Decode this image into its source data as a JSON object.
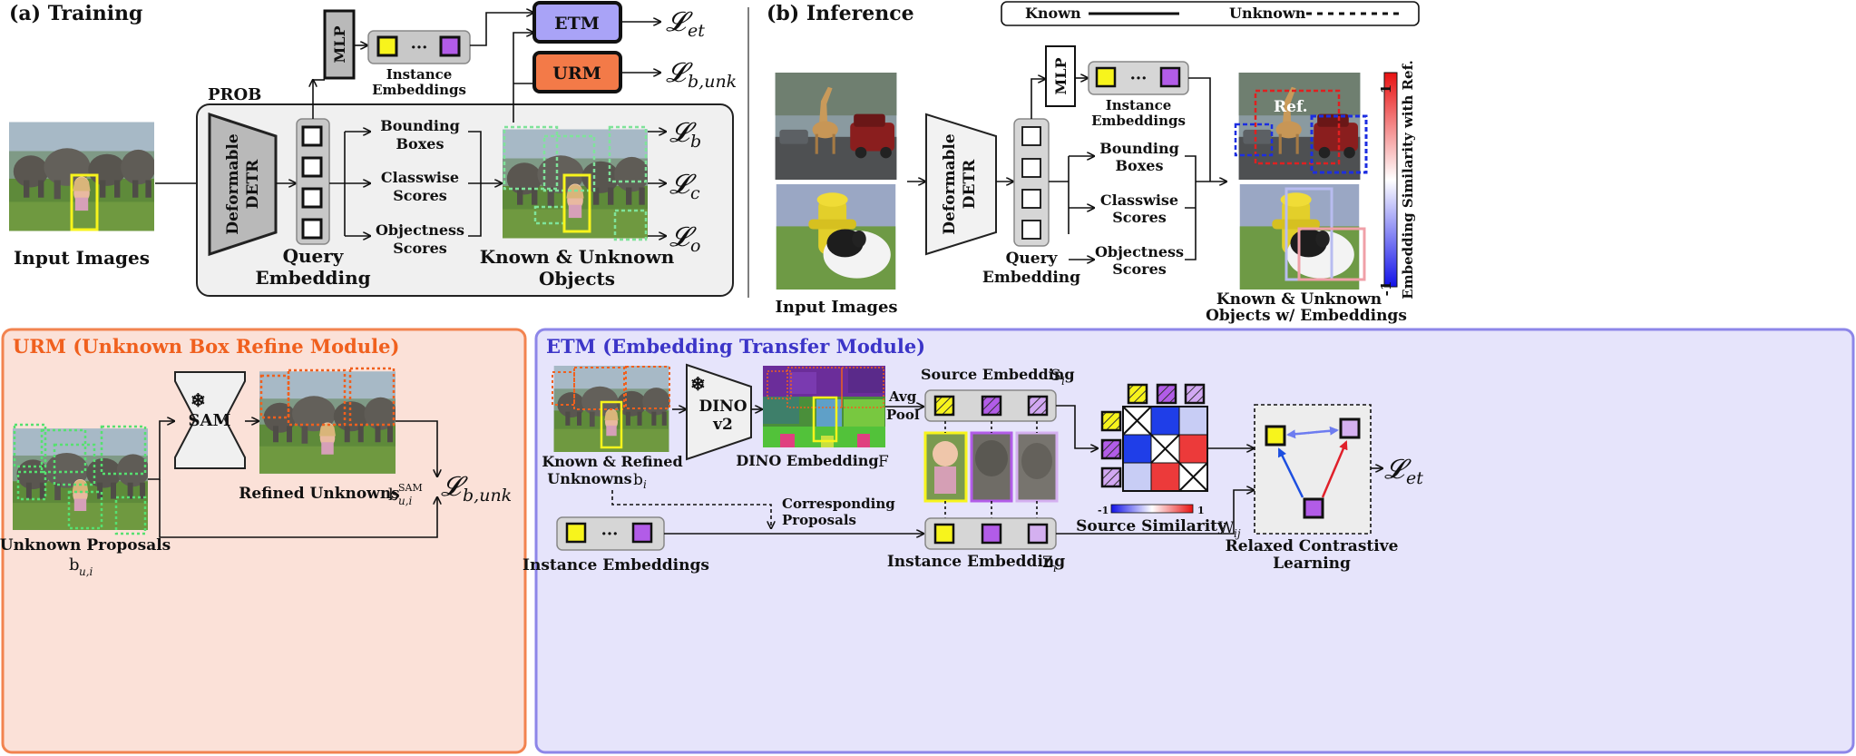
{
  "legend": {
    "known": "Known",
    "unknown": "Unknown"
  },
  "training": {
    "title": "(a) Training",
    "prob_label": "PROB",
    "mlp": "MLP",
    "instance_embeddings": [
      "Instance",
      "Embeddings"
    ],
    "etm": "ETM",
    "urm": "URM",
    "loss_et": "𝓛",
    "loss_et_sub": "et",
    "loss_bunk": "𝓛",
    "loss_bunk_sub": "b,unk",
    "loss_b": "𝓛",
    "loss_b_sub": "b",
    "loss_c": "𝓛",
    "loss_c_sub": "c",
    "loss_o": "𝓛",
    "loss_o_sub": "o",
    "detr": [
      "Deformable",
      "DETR"
    ],
    "bounding_boxes": [
      "Bounding",
      "Boxes"
    ],
    "classwise_scores": [
      "Classwise",
      "Scores"
    ],
    "objectness_scores": [
      "Objectness",
      "Scores"
    ],
    "query_embedding": [
      "Query",
      "Embedding"
    ],
    "known_unknown": [
      "Known & Unknown",
      "Objects"
    ],
    "input_images": "Input Images",
    "ellipsis": "···"
  },
  "inference": {
    "title": "(b) Inference",
    "mlp": "MLP",
    "instance_embeddings": [
      "Instance",
      "Embeddings"
    ],
    "detr": [
      "Deformable",
      "DETR"
    ],
    "bounding_boxes": [
      "Bounding",
      "Boxes"
    ],
    "classwise_scores": [
      "Classwise",
      "Scores"
    ],
    "objectness_scores": [
      "Objectness",
      "Scores"
    ],
    "query_embedding": [
      "Query",
      "Embedding"
    ],
    "input_images": "Input Images",
    "ref": "Ref.",
    "output": [
      "Known & Unknown",
      "Objects w/ Embeddings"
    ],
    "colorbar_label": "Embedding Similarity with Ref.",
    "colorbar_max": "1",
    "colorbar_min": "-1",
    "ellipsis": "···"
  },
  "urm": {
    "title": "URM (Unknown Box Refine Module)",
    "sam": "SAM",
    "refined_unknowns": "Refined Unknowns",
    "refined_symbol": "b",
    "refined_sub": "u,i",
    "refined_sup": "SAM",
    "unknown_proposals": "Unknown Proposals",
    "proposals_symbol": "b",
    "proposals_sub": "u,i",
    "loss": "𝓛",
    "loss_sub": "b,unk"
  },
  "etm": {
    "title": "ETM (Embedding Transfer Module)",
    "dino": [
      "DINO",
      "v2"
    ],
    "avg_pool": [
      "Avg",
      "Pool"
    ],
    "source_embedding": "Source Embedding",
    "source_symbol": "S",
    "source_sub": "i",
    "known_refined": [
      "Known & Refined",
      "Unknowns"
    ],
    "known_refined_symbol": "b",
    "known_refined_sub": "i",
    "dino_embedding": "DINO Embedding",
    "dino_symbol": "F",
    "corresponding_proposals": [
      "Corresponding",
      "Proposals"
    ],
    "instance_embeddings": "Instance Embeddings",
    "instance_embedding": "Instance Embedding",
    "instance_symbol": "Z",
    "instance_sub": "i",
    "source_similarity": "Source Similarity",
    "similarity_symbol": "W",
    "similarity_sub": "ij",
    "sim_min": "-1",
    "sim_max": "1",
    "relaxed": [
      "Relaxed Contrastive",
      "Learning"
    ],
    "loss": "𝓛",
    "loss_sub": "et",
    "ellipsis": "···"
  },
  "colors": {
    "etm_box": "#a9a3f7",
    "urm_box": "#f37a48",
    "urm_panel": "#fbe1d8",
    "urm_border": "#f2834f",
    "etm_panel": "#e6e4fb",
    "etm_border": "#8d86e8",
    "yellow": "#f7f41c",
    "purple": "#b25ce8",
    "grass": "#5f8b3a",
    "sky": "#9fb3c2"
  }
}
